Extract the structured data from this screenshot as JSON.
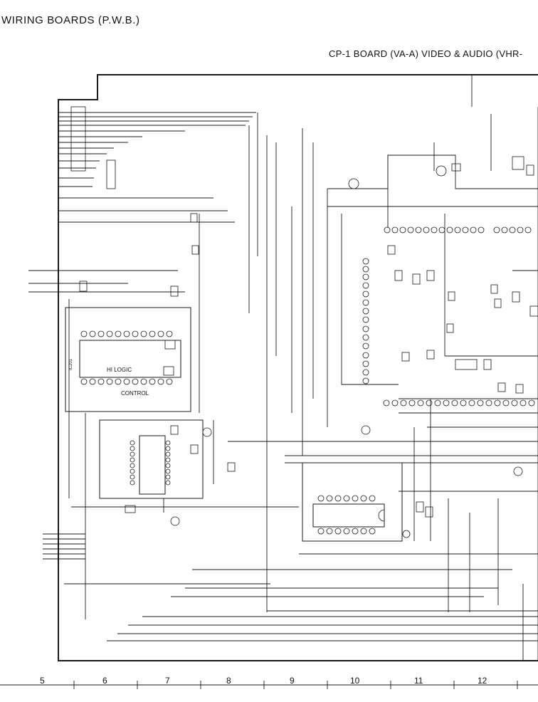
{
  "header": {
    "title": "WIRING BOARDS (P.W.B.)",
    "board": "CP-1 BOARD (VA-A) VIDEO & AUDIO (VHR-"
  },
  "blocks": {
    "hi_logic": "HI LOGIC",
    "control": "CONTROL",
    "ic_label": "IC201"
  },
  "grid_numbers": [
    "5",
    "6",
    "7",
    "8",
    "9",
    "10",
    "11",
    "12"
  ]
}
